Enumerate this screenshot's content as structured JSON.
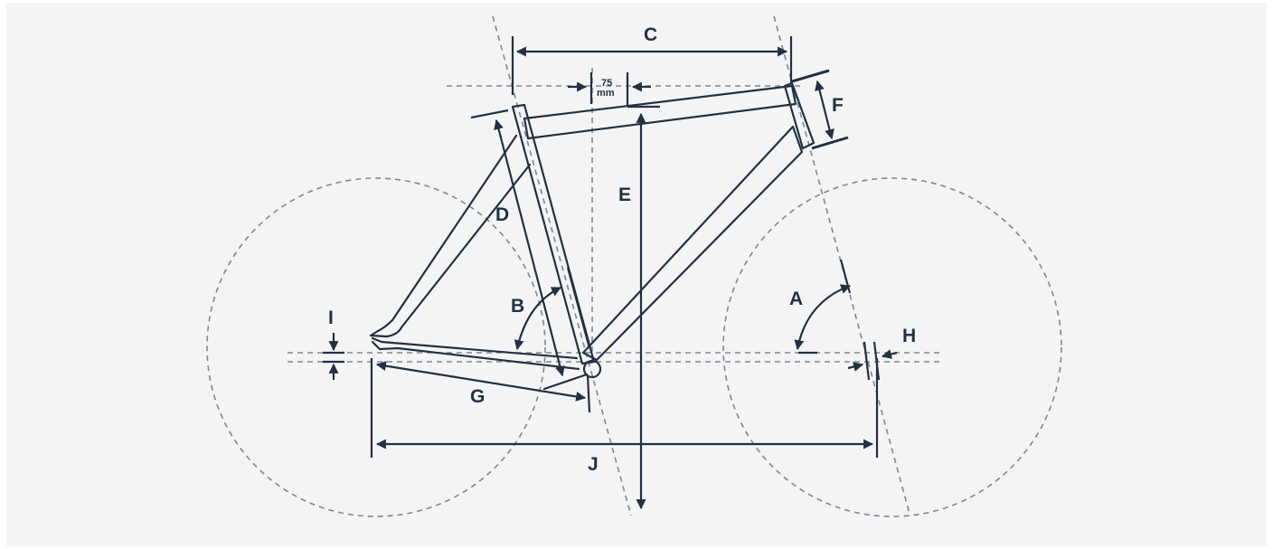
{
  "colors": {
    "background": "#f4f4f4",
    "ink": "#233042",
    "guide": "#7f8696"
  },
  "labels": {
    "A": "A",
    "B": "B",
    "C": "C",
    "D": "D",
    "E": "E",
    "F": "F",
    "G": "G",
    "H": "H",
    "I": "I",
    "J": "J"
  },
  "offset_note": {
    "value": "75",
    "unit": "mm"
  }
}
